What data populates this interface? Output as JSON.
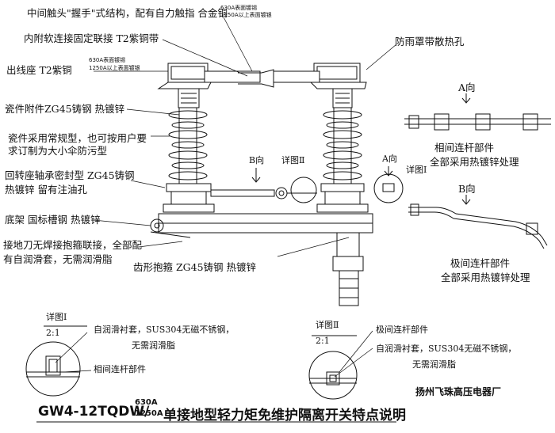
{
  "labels": {
    "contact_structure": "中间触头\"握手\"式结构，配有自力触指 合金铜",
    "contact_plating_630": "630A表面镀锡",
    "contact_plating_1250": "1250A以上表面镀银",
    "soft_connection": "内附软连接固定联接 T2紫铜带",
    "outlet_seat": "出线座 T2紫铜",
    "outlet_plating_630": "630A表面镀锡",
    "outlet_plating_1250": "1250A以上表面镀银",
    "insulator_fitting": "瓷件附件ZG45铸钢 热镀锌",
    "insulator_type_1": "瓷件采用常规型，也可按用户要",
    "insulator_type_2": "求订制为大小伞防污型",
    "rotating_seat_1": "回转座轴承密封型 ZG45铸钢",
    "rotating_seat_2": "热镀锌 留有注油孔",
    "base": "底架 国标槽钢 热镀锌",
    "earth_switch_1": "接地刀无焊接抱箍联接，全部配",
    "earth_switch_2": "有自润滑套，无需润滑脂",
    "gear_clamp": "齿形抱箍 ZG45铸钢 热镀锌",
    "rain_cover": "防雨罩带散热孔",
    "view_a_top": "A向",
    "phase_rod_1": "相间连杆部件",
    "phase_rod_2": "全部采用热镀锌处理",
    "view_b_right": "B向",
    "pole_rod_1": "极间连杆部件",
    "pole_rod_2": "全部采用热镀锌处理",
    "view_b_center": "B向",
    "detail_ii_center": "详图Ⅱ",
    "view_a_center": "A向",
    "detail_i_center": "详图Ⅰ",
    "detail_i_title": "详图Ⅰ",
    "detail_i_scale": "2:1",
    "detail_i_bush_1": "自润滑衬套，SUS304无磁不锈钢，",
    "detail_i_bush_2": "无需润滑脂",
    "detail_i_part": "相间连杆部件",
    "detail_ii_title": "详图Ⅱ",
    "detail_ii_scale": "2:1",
    "detail_ii_part": "极间连杆部件",
    "detail_ii_bush_1": "自润滑衬套，SUS304无磁不锈钢，",
    "detail_ii_bush_2": "无需润滑脂"
  },
  "title": {
    "model": "GW4-12TQDW/",
    "rating_top": "630A",
    "rating_bottom": "1250A",
    "description": "单接地型轻力矩免维护隔离开关特点说明"
  },
  "company": "扬州飞珠高压电器厂"
}
